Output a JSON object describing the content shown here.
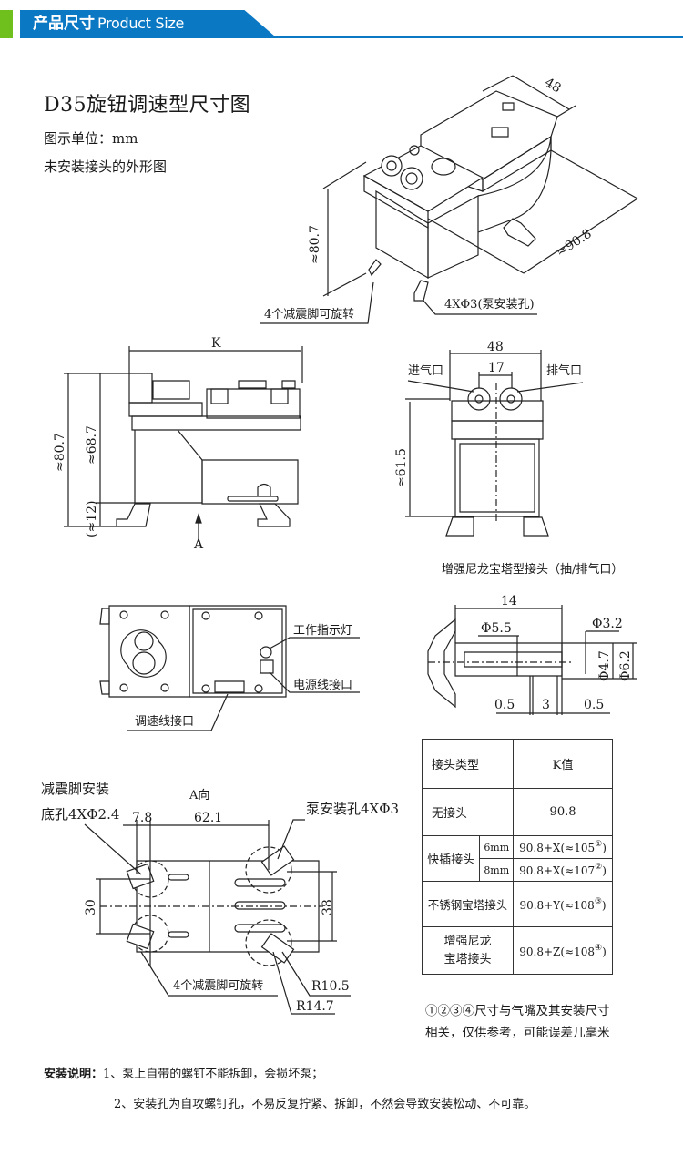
{
  "header": {
    "title_cn": "产品尺寸",
    "title_en": "Product Size",
    "accent_color": "#0b78c4",
    "marker_color": "#6fc01c"
  },
  "doc": {
    "title": "D35旋钮调速型尺寸图",
    "unit_line": "图示单位：mm",
    "note_line": "未安装接头的外形图"
  },
  "iso_view": {
    "dim_width": "48",
    "dim_length": "≈90.8",
    "dim_height": "≈80.7",
    "label_feet": "4个减震脚可旋转",
    "label_holes": "4XΦ3(泵安装孔)"
  },
  "side_view": {
    "dim_k": "K",
    "dim_total": "≈80.7",
    "dim_body": "≈68.7",
    "dim_foot": "(≈12)",
    "arrow_label": "A"
  },
  "front_view": {
    "dim_width": "48",
    "dim_port_spacing": "17",
    "dim_height": "≈61.5",
    "label_inlet": "进气口",
    "label_outlet": "排气口"
  },
  "top_view": {
    "label_indicator": "工作指示灯",
    "label_power": "电源线接口",
    "label_speed": "调速线接口"
  },
  "fitting": {
    "caption": "增强尼龙宝塔型接头（抽/排气口）",
    "dim_length": "14",
    "dim_d55": "Φ5.5",
    "dim_d32": "Φ3.2",
    "dim_d47": "Φ4.7",
    "dim_d62": "Φ6.2",
    "dim_a": "0.5",
    "dim_b": "3",
    "dim_c": "0.5"
  },
  "bottom_view": {
    "label_foot_holes_1": "减震脚安装",
    "label_foot_holes_2": "底孔4XΦ2.4",
    "direction": "A向",
    "dim_78": "7.8",
    "dim_621": "62.1",
    "label_pump_holes": "泵安装孔4XΦ3",
    "dim_30": "30",
    "dim_38": "38",
    "label_feet": "4个减震脚可旋转",
    "dim_r105": "R10.5",
    "dim_r147": "R14.7"
  },
  "k_table": {
    "headers": [
      "接头类型",
      "K值"
    ],
    "rows": [
      {
        "type": "无接头",
        "value": "90.8"
      },
      {
        "type": "快插接头",
        "sub": "6mm",
        "value": "90.8+X(≈105",
        "mark": "①",
        "close": ")"
      },
      {
        "type": "快插接头",
        "sub": "8mm",
        "value": "90.8+X(≈107",
        "mark": "②",
        "close": ")"
      },
      {
        "type": "不锈钢宝塔接头",
        "value": "90.8+Y(≈108",
        "mark": "③",
        "close": ")"
      },
      {
        "type": "增强尼龙宝塔接头",
        "type_l1": "增强尼龙",
        "type_l2": "宝塔接头",
        "value": "90.8+Z(≈108",
        "mark": "④",
        "close": ")"
      }
    ]
  },
  "table_note": {
    "line1": "①②③④尺寸与气嘴及其安装尺寸",
    "line2": "相关，仅供参考，可能误差几毫米"
  },
  "install": {
    "label": "安装说明：",
    "item1": "1、泵上自带的螺钉不能拆卸，会损坏泵；",
    "item2": "2、安装孔为自攻螺钉孔，不易反复拧紧、拆卸，不然会导致安装松动、不可靠。"
  }
}
